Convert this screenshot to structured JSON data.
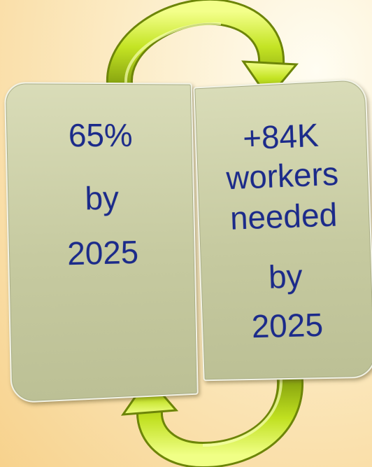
{
  "left_card": {
    "lines": [
      "65%",
      "by",
      "2025"
    ]
  },
  "right_card": {
    "lines": [
      "+84K",
      "workers",
      "needed",
      "by",
      "2025"
    ]
  },
  "colors": {
    "text": "#1b2a8a",
    "panel": "#c6caa0",
    "arrow": "#b8dc1a",
    "background": "#fbe3b0"
  }
}
